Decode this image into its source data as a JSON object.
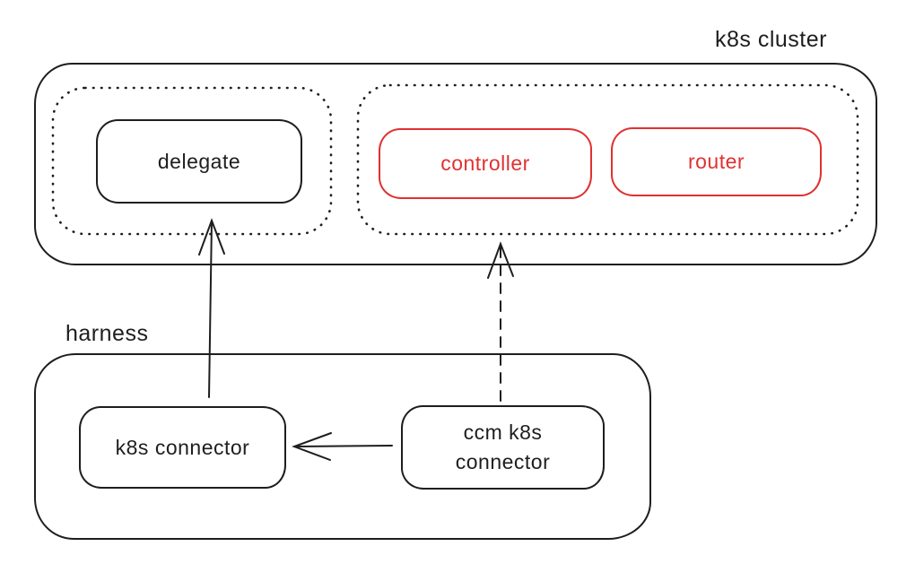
{
  "diagram": {
    "background": "#ffffff",
    "stroke_color": "#1e1e1e",
    "accent_color": "#e03131",
    "k8s_cluster": {
      "label": "k8s cluster",
      "delegate_group": {
        "delegate": {
          "label": "delegate",
          "color": "#1e1e1e"
        }
      },
      "pods_group": {
        "controller": {
          "label": "controller",
          "color": "#e03131"
        },
        "router": {
          "label": "router",
          "color": "#e03131"
        }
      }
    },
    "harness": {
      "label": "harness",
      "k8s_connector": {
        "label": "k8s connector",
        "color": "#1e1e1e"
      },
      "ccm_k8s_connector": {
        "label": "ccm k8s connector",
        "color": "#1e1e1e"
      }
    },
    "edges": [
      {
        "from": "k8s connector",
        "to": "delegate",
        "style": "solid"
      },
      {
        "from": "ccm k8s connector",
        "to": "k8s cluster pods group",
        "style": "dashed"
      },
      {
        "from": "ccm k8s connector",
        "to": "k8s connector",
        "style": "solid"
      }
    ]
  }
}
